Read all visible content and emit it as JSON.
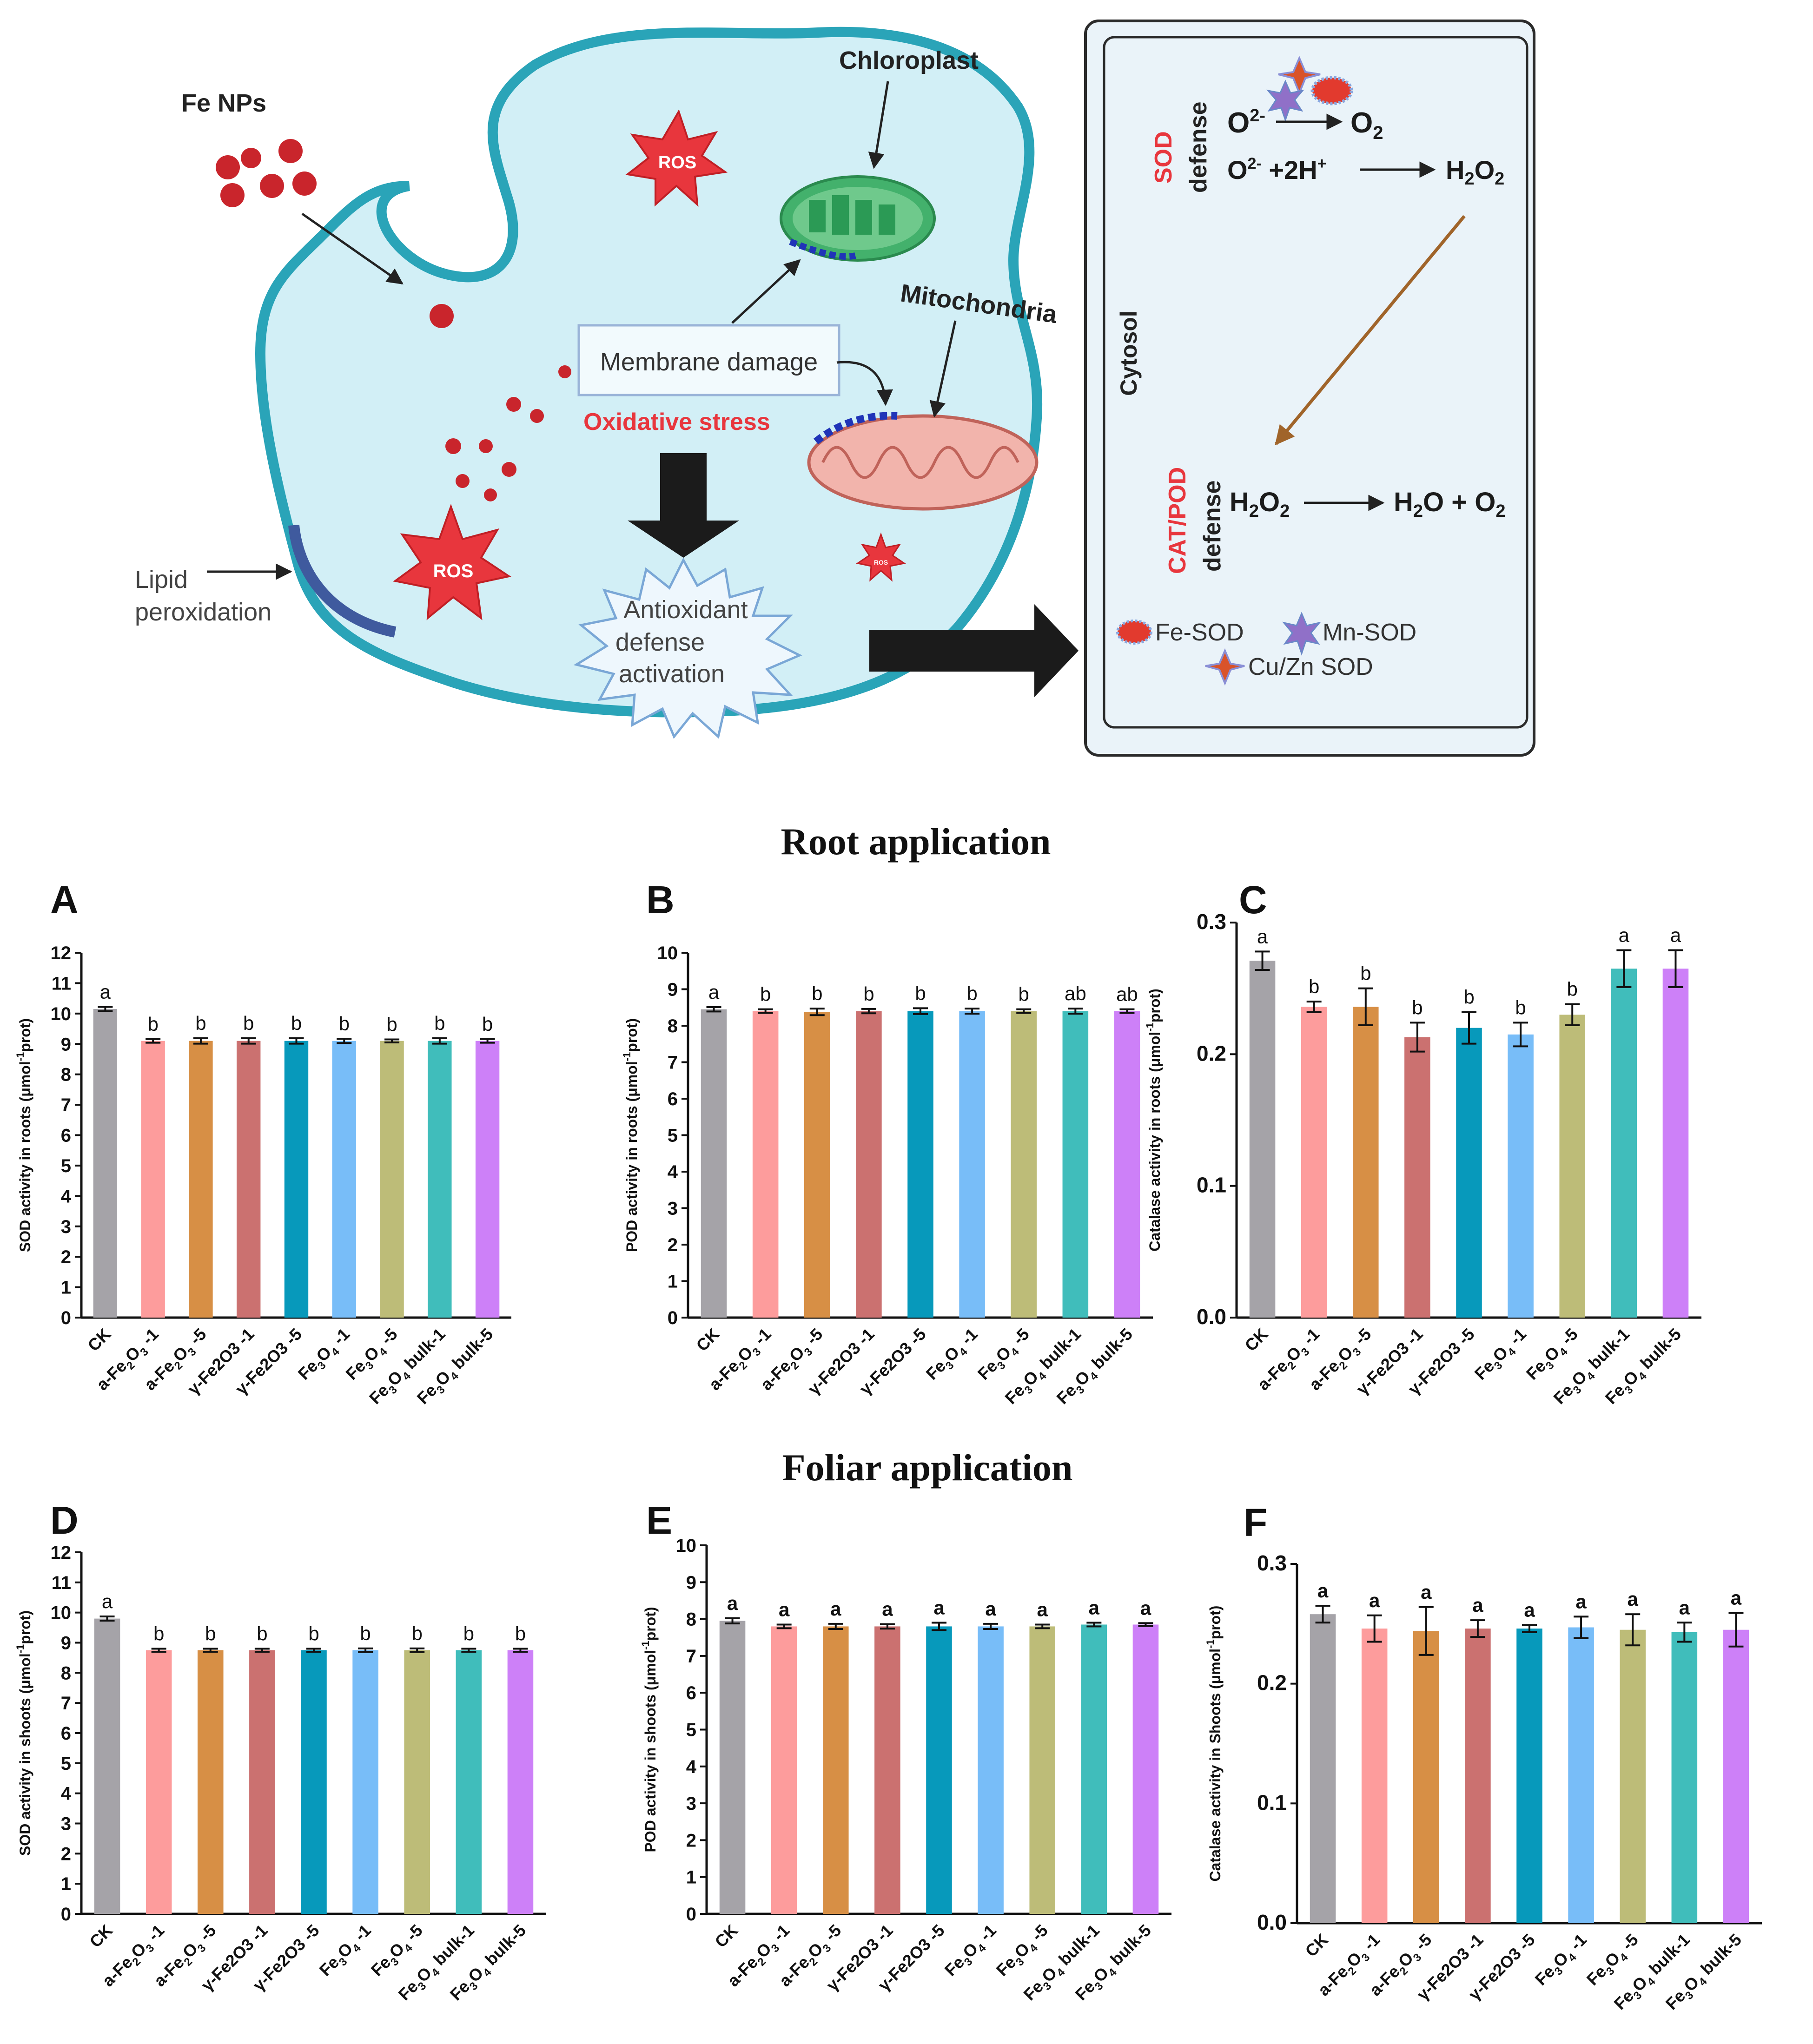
{
  "diagram": {
    "fe_nps_label": "Fe NPs",
    "chloroplast_label": "Chloroplast",
    "mitochondria_label": "Mitochondria",
    "ros_label": "ROS",
    "membrane_damage_label": "Membrane damage",
    "oxidative_stress_label": "Oxidative stress",
    "lipid_line1": "Lipid",
    "lipid_line2": "peroxidation",
    "antioxidant_line1": "Antioxidant",
    "antioxidant_line2": "defense",
    "antioxidant_line3": "activation",
    "cytosol_label": "Cytosol",
    "sod_label": "SOD",
    "defense_label": "defense",
    "catpod_label": "CAT/POD",
    "reaction1_left": "O",
    "reaction1_left_sup": "2-",
    "reaction1_right": "O",
    "reaction1_right_sub": "2",
    "reaction2_left": "O",
    "reaction2_left_sup": "2-",
    "reaction2_mid": " +2H",
    "reaction2_mid_sup": "+",
    "reaction2_right": "H",
    "reaction2_right_sub": "2",
    "reaction2_right_tail": "O",
    "reaction2_right_sub2": "2",
    "reaction3_left": "H",
    "reaction3_left_sub": "2",
    "reaction3_left_tail": "O",
    "reaction3_left_sub2": "2",
    "reaction3_right": "H",
    "reaction3_right_sub": "2",
    "reaction3_right_tail": "O + O",
    "reaction3_right_sub2": "2",
    "legend_fe": "Fe-SOD",
    "legend_mn": "Mn-SOD",
    "legend_cu": "Cu/Zn SOD",
    "colors": {
      "cell_fill": "#d2eff6",
      "cell_stroke": "#2aa4b8",
      "ros_fill": "#e8363d",
      "accent_red": "#e8363d",
      "np_red": "#c9252c"
    }
  },
  "section_titles": {
    "root": "Root application",
    "foliar": "Foliar application"
  },
  "categories": [
    {
      "t": "CK"
    },
    {
      "t": "a-Fe",
      "s": "2",
      "u": "O",
      "s2": "3",
      "v": " -1"
    },
    {
      "t": "a-Fe",
      "s": "2",
      "u": "O",
      "s2": "3",
      "v": " -5"
    },
    {
      "t": "γ-Fe2O3 -1"
    },
    {
      "t": "γ-Fe2O3 -5"
    },
    {
      "t": "Fe",
      "s": "3",
      "u": "O",
      "s2": "4",
      "v": " -1"
    },
    {
      "t": "Fe",
      "s": "3",
      "u": "O",
      "s2": "4",
      "v": " -5"
    },
    {
      "t": "Fe",
      "s": "3",
      "u": "O",
      "s2": "4",
      "v": " bulk-1"
    },
    {
      "t": "Fe",
      "s": "3",
      "u": "O",
      "s2": "4",
      "v": " bulk-5"
    }
  ],
  "bar_colors": [
    "#a5a3a8",
    "#fd9c9c",
    "#d78f45",
    "#cb7170",
    "#0799bb",
    "#78bdf8",
    "#bdbc78",
    "#40bdbb",
    "#cd80f8"
  ],
  "chart_data": [
    {
      "panel": "A",
      "type": "bar",
      "ylabel_pre": "SOD activity in roots (μmol",
      "ylabel_sup": "-1",
      "ylabel_post": "prot)",
      "ylim": [
        0,
        12
      ],
      "ticks": [
        0,
        1,
        2,
        3,
        4,
        5,
        6,
        7,
        8,
        9,
        10,
        11,
        12
      ],
      "decimals": 0,
      "values": [
        10.15,
        9.1,
        9.1,
        9.1,
        9.1,
        9.1,
        9.1,
        9.1,
        9.1
      ],
      "errors": [
        0.07,
        0.06,
        0.09,
        0.09,
        0.09,
        0.07,
        0.05,
        0.09,
        0.06
      ],
      "letters": [
        "a",
        "b",
        "b",
        "b",
        "b",
        "b",
        "b",
        "b",
        "b"
      ]
    },
    {
      "panel": "B",
      "type": "bar",
      "ylabel_pre": "POD activity in roots (μmol",
      "ylabel_sup": "-1",
      "ylabel_post": "prot)",
      "ylim": [
        0,
        10
      ],
      "ticks": [
        0,
        1,
        2,
        3,
        4,
        5,
        6,
        7,
        8,
        9,
        10
      ],
      "decimals": 0,
      "values": [
        8.45,
        8.4,
        8.38,
        8.4,
        8.4,
        8.4,
        8.4,
        8.4,
        8.4
      ],
      "errors": [
        0.06,
        0.05,
        0.09,
        0.06,
        0.08,
        0.07,
        0.05,
        0.07,
        0.05
      ],
      "letters": [
        "a",
        "b",
        "b",
        "b",
        "b",
        "b",
        "b",
        "ab",
        "ab"
      ]
    },
    {
      "panel": "C",
      "type": "bar",
      "ylabel_pre": "Catalase activity in roots (μmol",
      "ylabel_sup": "-1",
      "ylabel_post": "prot)",
      "ylim": [
        0,
        0.3
      ],
      "ticks": [
        0,
        0.1,
        0.2,
        0.3
      ],
      "decimals": 1,
      "values": [
        0.271,
        0.236,
        0.236,
        0.213,
        0.22,
        0.215,
        0.23,
        0.265,
        0.265
      ],
      "errors": [
        0.007,
        0.004,
        0.014,
        0.011,
        0.012,
        0.009,
        0.008,
        0.014,
        0.014
      ],
      "letters": [
        "a",
        "b",
        "b",
        "b",
        "b",
        "b",
        "b",
        "a",
        "a"
      ]
    },
    {
      "panel": "D",
      "type": "bar",
      "ylabel_pre": "SOD activity in shoots (μmol",
      "ylabel_sup": "-1",
      "ylabel_post": "prot)",
      "ylim": [
        0,
        12
      ],
      "ticks": [
        0,
        1,
        2,
        3,
        4,
        5,
        6,
        7,
        8,
        9,
        10,
        11,
        12
      ],
      "decimals": 0,
      "values": [
        9.8,
        8.75,
        8.75,
        8.75,
        8.75,
        8.75,
        8.75,
        8.75,
        8.75
      ],
      "errors": [
        0.07,
        0.05,
        0.05,
        0.05,
        0.05,
        0.06,
        0.06,
        0.05,
        0.05
      ],
      "letters": [
        "a",
        "b",
        "b",
        "b",
        "b",
        "b",
        "b",
        "b",
        "b"
      ]
    },
    {
      "panel": "E",
      "type": "bar",
      "ylabel_pre": "POD activity in shoots (μmol",
      "ylabel_sup": "-1",
      "ylabel_post": "prot)",
      "ylim": [
        0,
        10
      ],
      "ticks": [
        0,
        1,
        2,
        3,
        4,
        5,
        6,
        7,
        8,
        9,
        10
      ],
      "decimals": 0,
      "values": [
        7.95,
        7.8,
        7.8,
        7.8,
        7.8,
        7.8,
        7.8,
        7.85,
        7.85
      ],
      "errors": [
        0.07,
        0.05,
        0.07,
        0.06,
        0.1,
        0.07,
        0.05,
        0.05,
        0.04
      ],
      "letters": [
        "a",
        "a",
        "a",
        "a",
        "a",
        "a",
        "a",
        "a",
        "a"
      ]
    },
    {
      "panel": "F",
      "type": "bar",
      "ylabel_pre": "Catalase activity in Shoots (μmol",
      "ylabel_sup": "-1",
      "ylabel_post": "prot)",
      "ylim": [
        0,
        0.3
      ],
      "ticks": [
        0,
        0.1,
        0.2,
        0.3
      ],
      "decimals": 1,
      "values": [
        0.258,
        0.246,
        0.244,
        0.246,
        0.246,
        0.247,
        0.245,
        0.243,
        0.245
      ],
      "errors": [
        0.007,
        0.011,
        0.02,
        0.007,
        0.003,
        0.009,
        0.013,
        0.008,
        0.014
      ],
      "letters": [
        "a",
        "a",
        "a",
        "a",
        "a",
        "a",
        "a",
        "a",
        "a"
      ]
    }
  ]
}
